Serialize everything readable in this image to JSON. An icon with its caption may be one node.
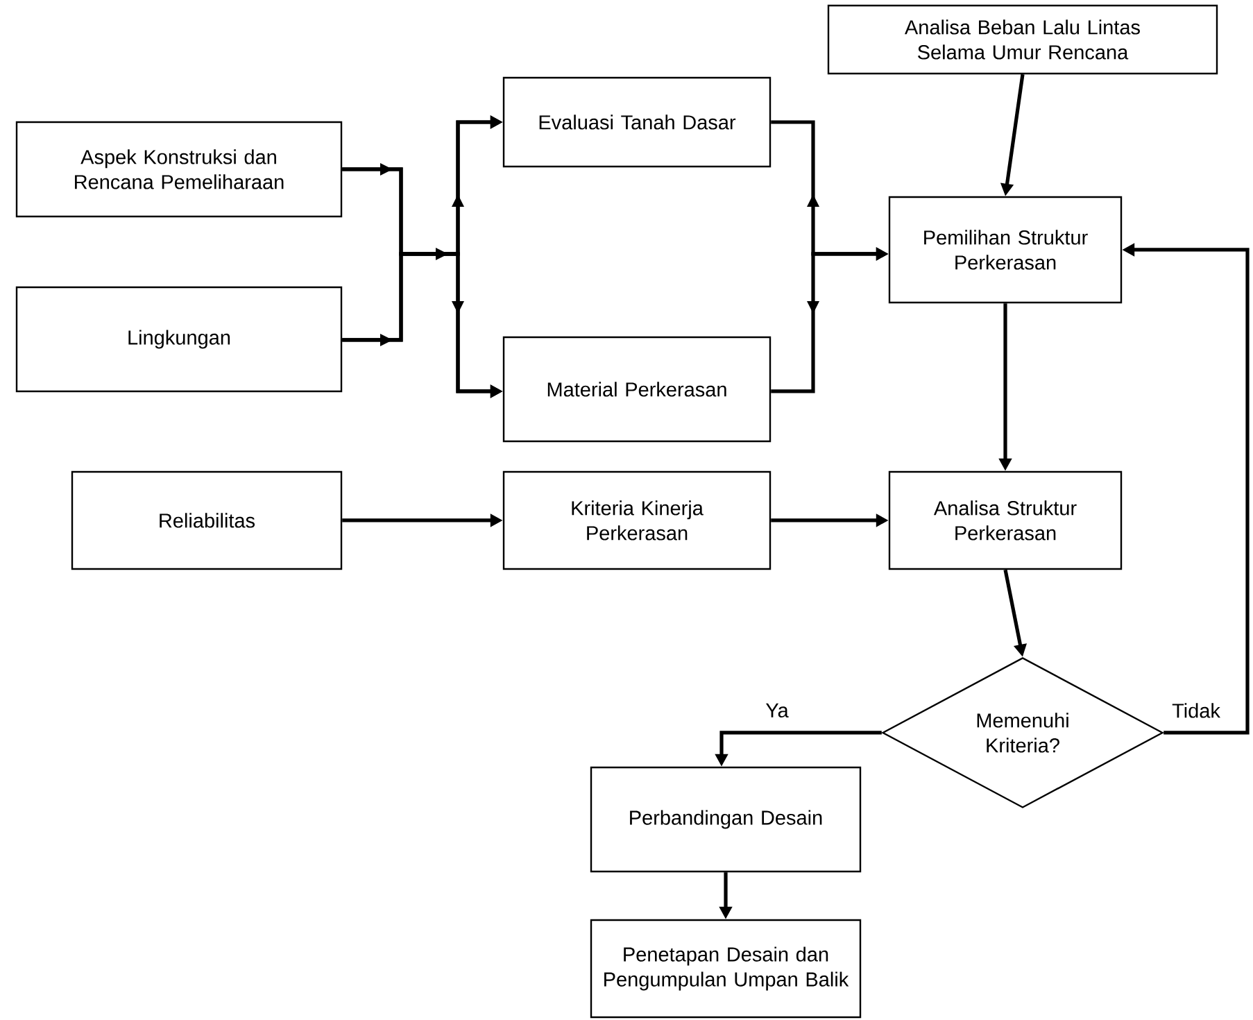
{
  "diagram": {
    "nodes": [
      {
        "text": [
          "Aspek Konstruksi dan Rencana Pemeliharaan"
        ]
      },
      {
        "text": [
          "Lingkungan"
        ]
      },
      {
        "text": [
          "Evaluasi Tanah Dasar"
        ]
      },
      {
        "text": [
          "Material Perkerasan"
        ]
      },
      {
        "text": [
          "Analisa Beban Lalu Lintas Selama Umur Rencana"
        ]
      },
      {
        "text": [
          "Pemilihan Struktur Perkerasan"
        ]
      },
      {
        "text": [
          "Reliabilitas"
        ]
      },
      {
        "text": [
          "Kriteria Kinerja Perkerasan"
        ]
      },
      {
        "text": [
          "Analisa Struktur Perkerasan"
        ]
      },
      {
        "text": [
          "Memenuhi Kriteria?"
        ]
      },
      {
        "text": [
          "Perbandingan Desain"
        ]
      },
      {
        "text": [
          "Penetapan Desain dan Pengumpulan Umpan Balik"
        ]
      }
    ],
    "edges": [
      {
        "from": 0,
        "to": 2,
        "arrow": "to"
      },
      {
        "from": 0,
        "to": 3,
        "arrow": "to"
      },
      {
        "from": 1,
        "to": 2,
        "arrow": "to"
      },
      {
        "from": 1,
        "to": 3,
        "arrow": "to"
      },
      {
        "from": 2,
        "to": 5,
        "arrow": "to"
      },
      {
        "from": 3,
        "to": 5,
        "arrow": "to"
      },
      {
        "from": 4,
        "to": 5,
        "arrow": "to"
      },
      {
        "from": 5,
        "to": 8,
        "arrow": "to"
      },
      {
        "from": 6,
        "to": 7,
        "arrow": "to"
      },
      {
        "from": 7,
        "to": 8,
        "arrow": "to"
      },
      {
        "from": 8,
        "to": 9,
        "arrow": "to"
      },
      {
        "from": 9,
        "to": 10,
        "arrow": "to",
        "label": "Ya"
      },
      {
        "from": 9,
        "to": 5,
        "arrow": "to",
        "label": "Tidak"
      },
      {
        "from": 10,
        "to": 11,
        "arrow": "to"
      }
    ]
  }
}
